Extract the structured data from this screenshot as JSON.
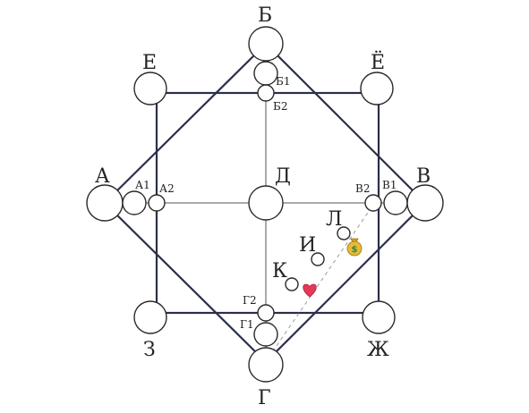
{
  "colors": {
    "outline": "#2b2f4a",
    "inner_line": "#555555",
    "heart": "#e23a58",
    "money_bag": "#d4a12a",
    "money_symbol": "#2f8a3a"
  },
  "icons": {
    "money": "money-bag-icon",
    "heart": "heart-icon"
  },
  "labels": {
    "B": "Б",
    "E": "Е",
    "YO": "Ё",
    "A": "А",
    "V": "В",
    "D": "Д",
    "Z": "З",
    "ZH": "Ж",
    "G": "Г",
    "B1": "Б1",
    "B2": "Б2",
    "A1": "А1",
    "A2": "А2",
    "V1": "В1",
    "V2": "В2",
    "G1": "Г1",
    "G2": "Г2",
    "K": "К",
    "I": "И",
    "L": "Л",
    "dollar": "$"
  }
}
